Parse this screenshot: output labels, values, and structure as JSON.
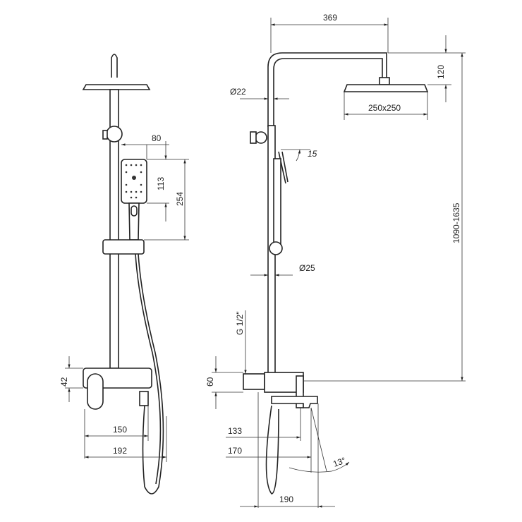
{
  "left_view": {
    "dims": {
      "width_handshower": "80",
      "head_height": "113",
      "handshower_length": "254",
      "mixer_height": "42",
      "mixer_depth": "150",
      "hose_depth": "192"
    }
  },
  "right_view": {
    "dims": {
      "arm_length": "369",
      "arm_height": "120",
      "pipe_dia_top": "Ø22",
      "head_size": "250x250",
      "angle_top": "15",
      "total_height": "1090-1635",
      "pipe_dia": "Ø25",
      "thread": "G 1/2\"",
      "mixer_height": "60",
      "handle_depth": "133",
      "spout_depth": "170",
      "angle_spout": "13°",
      "total_depth": "190"
    }
  }
}
